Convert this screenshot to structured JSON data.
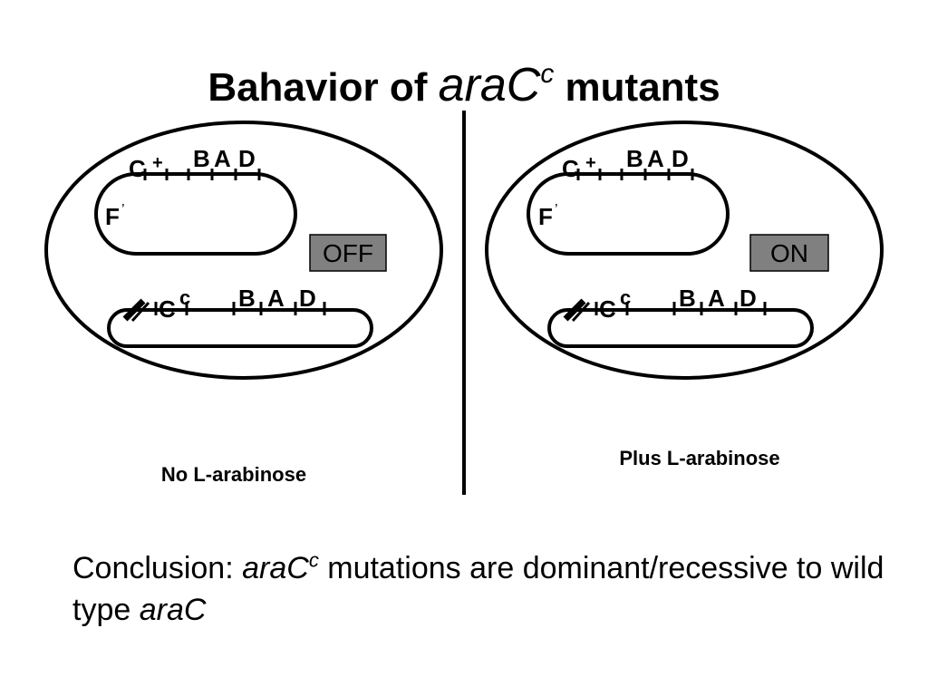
{
  "title": {
    "prefix": "Bahavior of ",
    "gene": "araC",
    "gene_superscript": "c",
    "suffix": " mutants"
  },
  "panels": [
    {
      "episome_gene": "C",
      "episome_gene_superscript": "+",
      "episome_operon": [
        "B",
        "A",
        "D"
      ],
      "episome_label": "F",
      "episome_label_prime": "’",
      "status": "OFF",
      "chromosome_gene": "C",
      "chromosome_gene_superscript": "c",
      "chromosome_operon": [
        "B",
        "A",
        "D"
      ],
      "condition": "No L-arabinose"
    },
    {
      "episome_gene": "C",
      "episome_gene_superscript": "+",
      "episome_operon": [
        "B",
        "A",
        "D"
      ],
      "episome_label": "F",
      "episome_label_prime": "’",
      "status": "ON",
      "chromosome_gene": "C",
      "chromosome_gene_superscript": "c",
      "chromosome_operon": [
        "B",
        "A",
        "D"
      ],
      "condition": "Plus L-arabinose"
    }
  ],
  "colors": {
    "status_box_fill": "#808080",
    "line": "#000000"
  },
  "conclusion": {
    "prefix": "Conclusion: ",
    "gene": "araC",
    "gene_superscript": "c",
    "middle": " mutations are dominant/recessive to wild type ",
    "gene2": "araC"
  }
}
